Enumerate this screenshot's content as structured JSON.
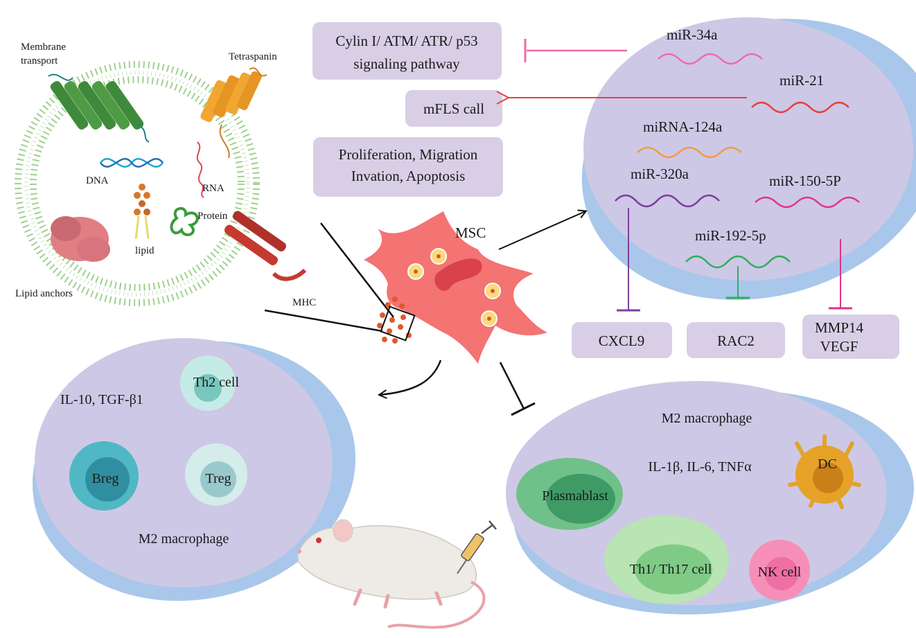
{
  "exosome": {
    "membrane_transport": [
      "Membrane",
      "transport"
    ],
    "tetraspanin": "Tetraspanin",
    "dna": "DNA",
    "rna": "RNA",
    "protein": "Protein",
    "lipid": "lipid",
    "lipid_anchors": "Lipid anchors",
    "mhc": "MHC"
  },
  "center": {
    "msc": "MSC"
  },
  "effects": {
    "pathway_box": [
      "Cylin I/ ATM/ ATR/ p53",
      "signaling pathway"
    ],
    "mfls_box": "mFLS call",
    "prolif_box": [
      "Proliferation, Migration",
      "Invation, Apoptosis"
    ]
  },
  "mirna_bubble": {
    "mir34a": "miR-34a",
    "mir21": "miR-21",
    "mir124a": "miRNA-124a",
    "mir320a": "miR-320a",
    "mir150": "miR-150-5P",
    "mir192": "miR-192-5p"
  },
  "targets": {
    "cxcl9": "CXCL9",
    "rac2": "RAC2",
    "mmp14": [
      "MMP14",
      "VEGF"
    ]
  },
  "promoted": {
    "cytokines": "IL-10, TGF-β1",
    "th2": "Th2 cell",
    "breg": "Breg",
    "treg": "Treg",
    "m2": "M2 macrophage"
  },
  "inhibited": {
    "m2": "M2 macrophage",
    "cytokines": "IL-1β, IL-6, TNFα",
    "plasmablast": "Plasmablast",
    "dc": "DC",
    "th1": "Th1/ Th17 cell",
    "nk": "NK cell"
  },
  "colors": {
    "bubble_fill": "#cdc8e6",
    "bubble_shadow": "#a9c7ea",
    "box": "#d8cfe6",
    "mir34a": "#ef6aa6",
    "mir21": "#e8413e",
    "mir124a": "#f49a3c",
    "mir320a": "#7b3f9a",
    "mir150": "#e0338a",
    "mir192": "#2fae5c",
    "msc": "#f47373",
    "membrane": "#9fd08f"
  }
}
